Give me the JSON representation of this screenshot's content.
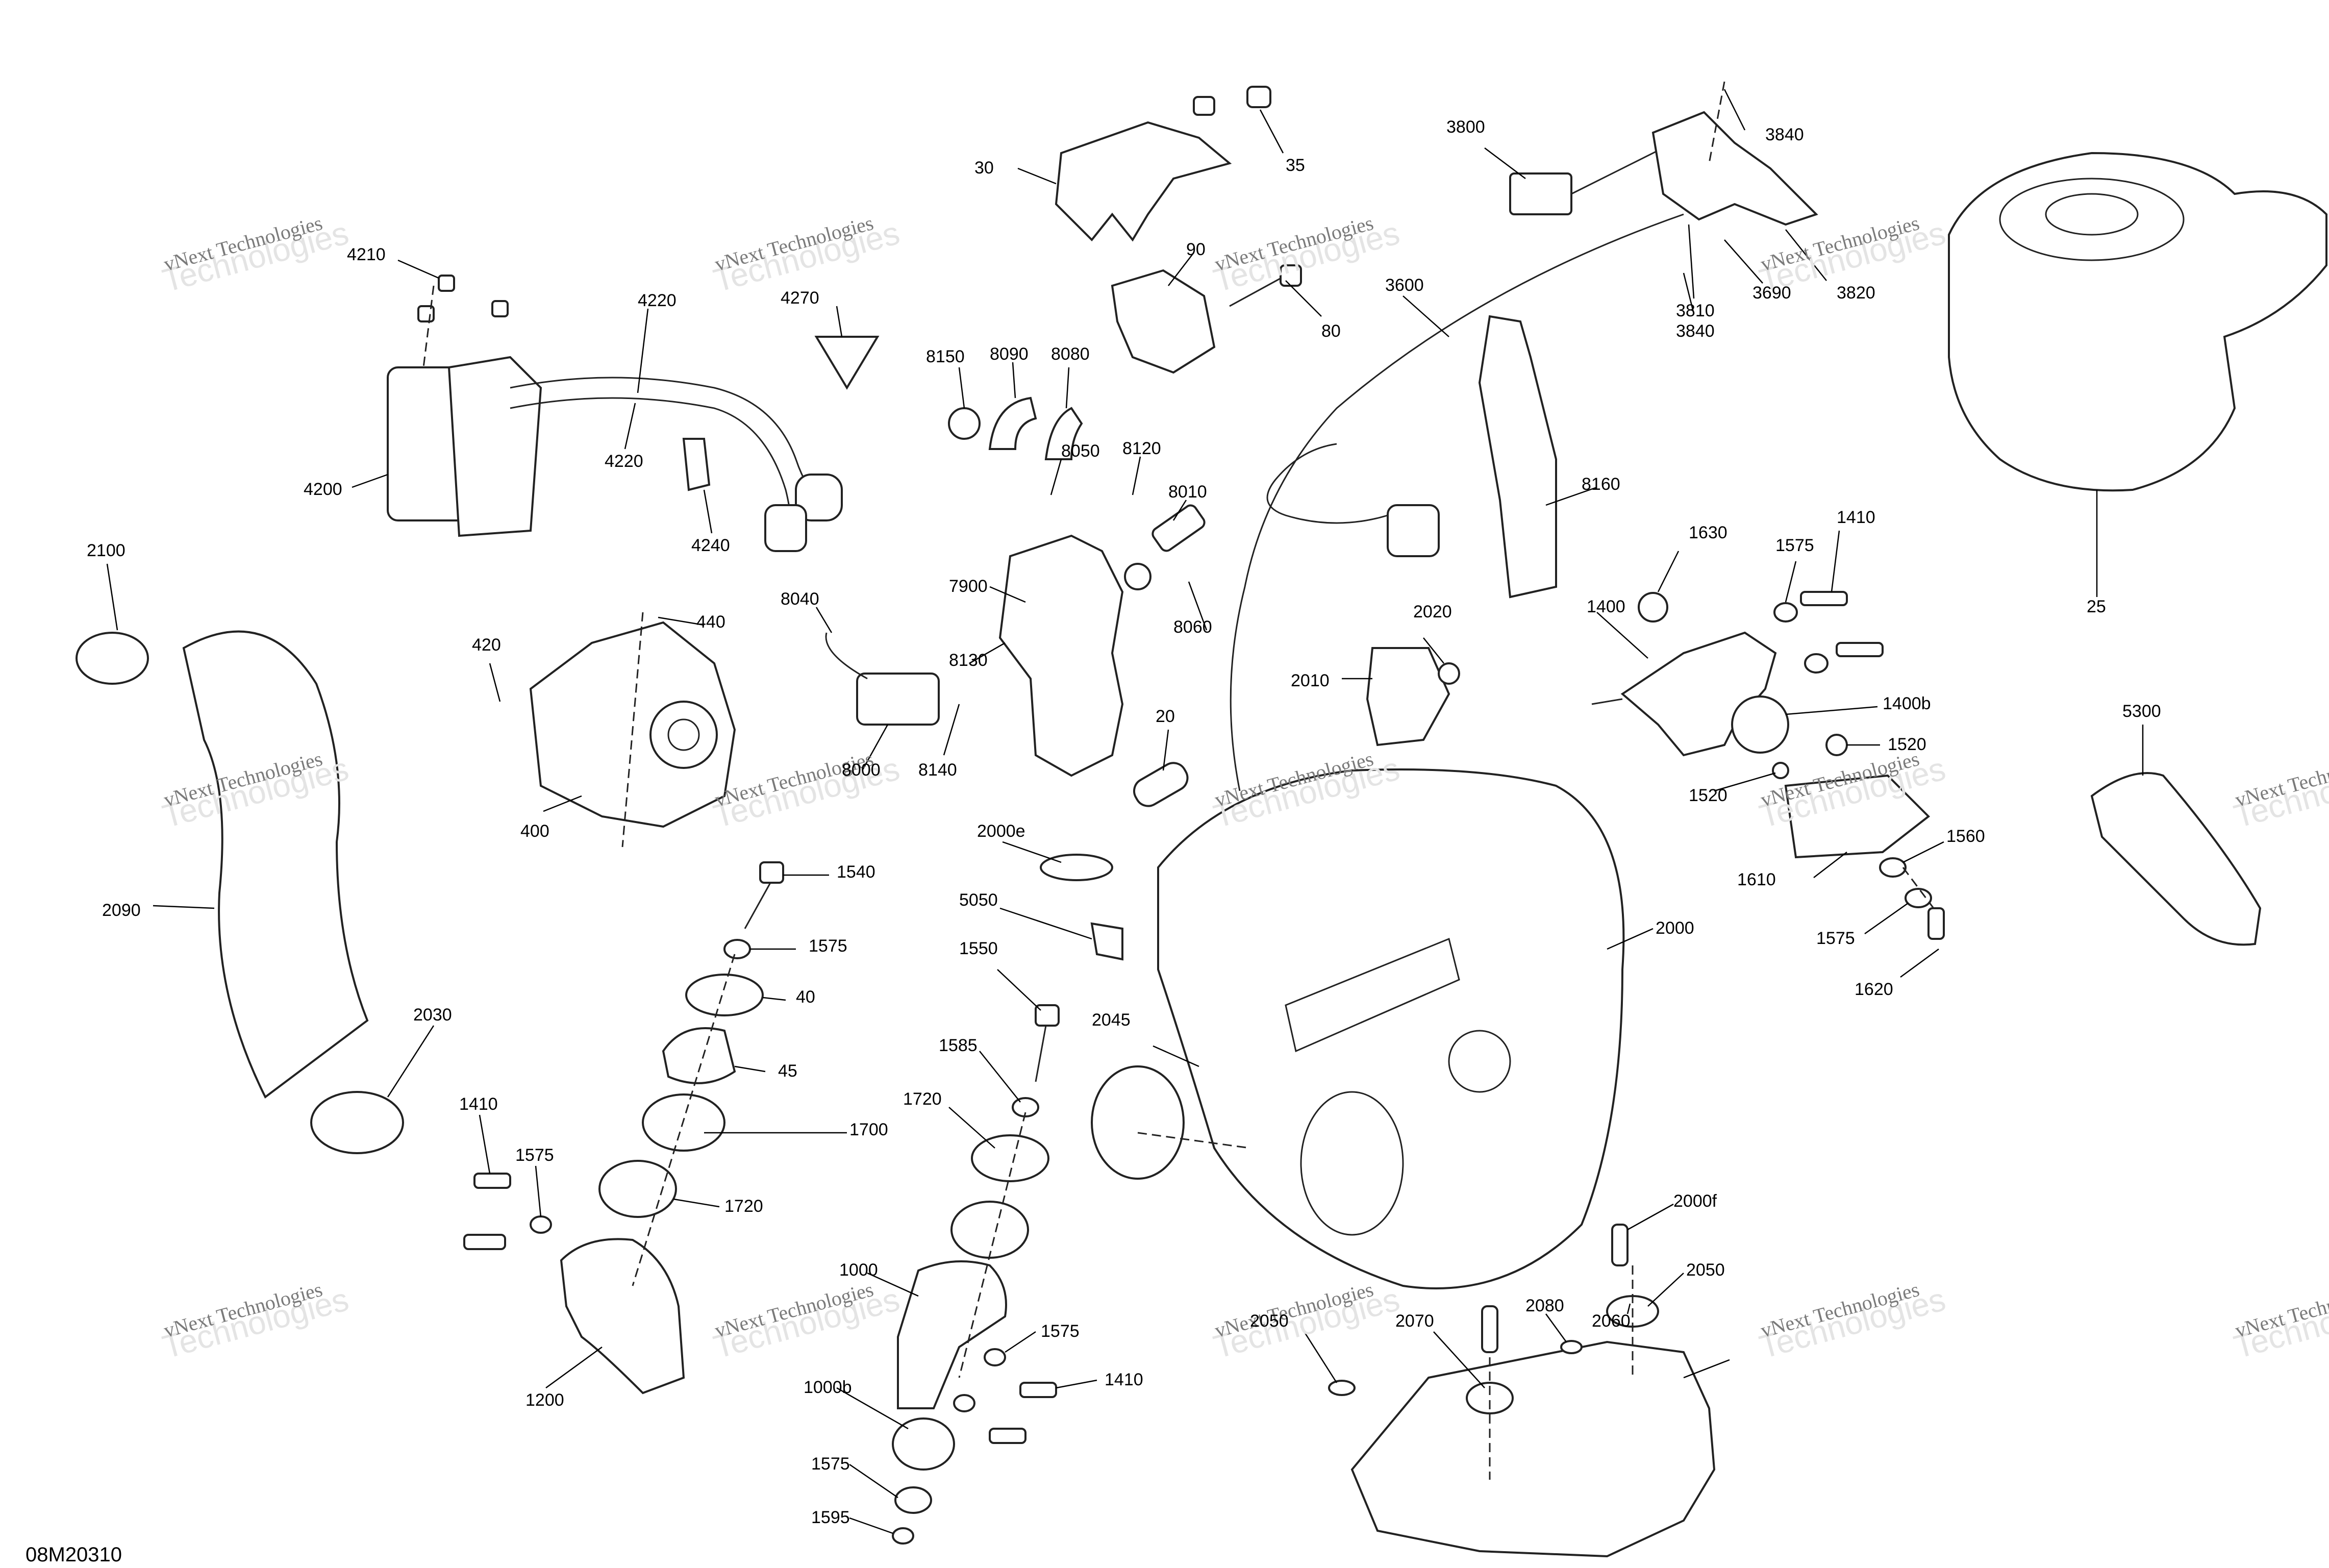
{
  "diagram_code": "08M20310",
  "watermark": {
    "line1": "vNext Technologies",
    "line2": "Technologies"
  },
  "callouts": [
    "30",
    "35",
    "90",
    "80",
    "3800",
    "3840",
    "3840",
    "3810",
    "3690",
    "3820",
    "3600",
    "4210",
    "4220",
    "4220",
    "4270",
    "4200",
    "4240",
    "8150",
    "8090",
    "8080",
    "8050",
    "8120",
    "8010",
    "8060",
    "8160",
    "7900",
    "8040",
    "8130",
    "8140",
    "8000",
    "20",
    "440",
    "420",
    "400",
    "2100",
    "2090",
    "2030",
    "2010",
    "2020",
    "1630",
    "1575",
    "1410",
    "1400",
    "1400b",
    "1520",
    "1520",
    "1610",
    "1560",
    "1575",
    "1620",
    "25",
    "5300",
    "2000e",
    "5050",
    "2000",
    "1540",
    "1575",
    "40",
    "45",
    "1550",
    "1585",
    "2045",
    "1720",
    "1700",
    "1720",
    "1410",
    "1575",
    "1200",
    "1000",
    "1575",
    "1410",
    "1000b",
    "1575",
    "1595",
    "2000f",
    "2050",
    "2070",
    "2080",
    "2050",
    "2060"
  ]
}
